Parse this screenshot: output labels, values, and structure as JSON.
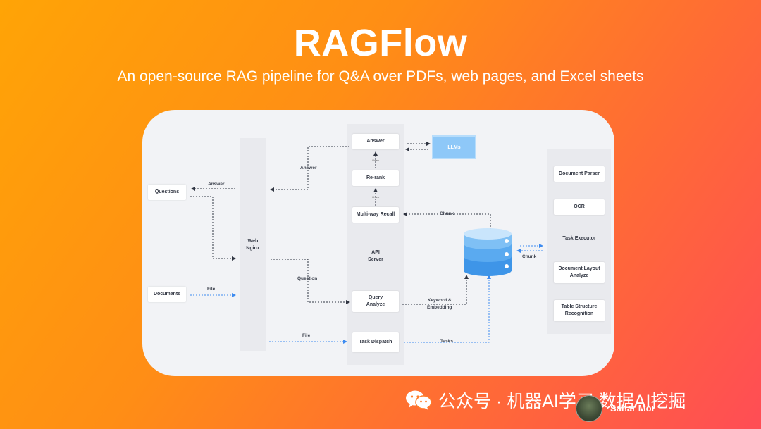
{
  "header": {
    "title": "RAGFlow",
    "subtitle": "An open-source RAG pipeline for Q&A over PDFs, web pages, and Excel sheets"
  },
  "diagram": {
    "inputs": {
      "questions": "Questions",
      "documents": "Documents"
    },
    "web_server": {
      "line1": "Web",
      "line2": "Nginx"
    },
    "api_server": {
      "answer": "Answer",
      "rerank": "Re-rank",
      "recall": "Multi-way Recall",
      "server_line1": "API",
      "server_line2": "Server",
      "query_line1": "Query",
      "query_line2": "Analyze",
      "dispatch": "Task Dispatch"
    },
    "llm": "LLMs",
    "executor": {
      "parser": "Document Parser",
      "ocr": "OCR",
      "task_executor": "Task Executor",
      "layout_line1": "Document Layout",
      "layout_line2": "Analyze",
      "table_line1": "Table Structure",
      "table_line2": "Recognition"
    },
    "edge_labels": {
      "answer_left": "Answer",
      "answer_top": "Answer",
      "question": "Question",
      "file_doc": "File",
      "file_bottom": "File",
      "chunk_recall": "Chunk",
      "chunk_exec": "Chunk",
      "keyword_line1": "Keyword &",
      "keyword_line2": "Embedding",
      "tasks": "Tasks",
      "small_chunk_1": "Chunk",
      "small_chunk_2": "Chunk"
    },
    "colors": {
      "arrow_dark": "#2f3441",
      "arrow_blue": "#3d8bf0",
      "db_blue": "#4ea3ef"
    }
  },
  "watermark": {
    "icon": "wechat-icon",
    "text": "公众号 · 机器AI学习 数据AI挖掘",
    "author": "Sahar Mor"
  }
}
